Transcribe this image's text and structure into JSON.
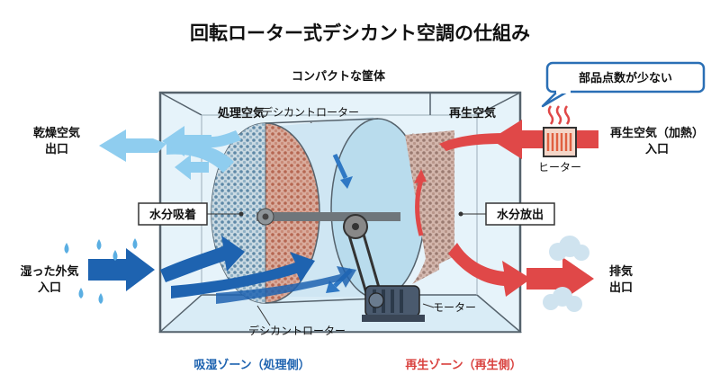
{
  "title": "回転ローター式デシカント空調の仕組み",
  "labels": {
    "compact_housing": "コンパクトな筐体",
    "few_parts": "部品点数が少ない",
    "process_air": "処理空気",
    "desiccant_rotor_top": "デシカントローター",
    "regen_air": "再生空気",
    "dry_air_out_l1": "乾燥空気",
    "dry_air_out_l2": "出口",
    "regen_air_in_l1": "再生空気（加熱）",
    "regen_air_in_l2": "入口",
    "heater": "ヒーター",
    "moisture_adsorb": "水分吸着",
    "moisture_release": "水分放出",
    "humid_air_in_l1": "湿った外気",
    "humid_air_in_l2": "入口",
    "exhaust_l1": "排気",
    "exhaust_l2": "出口",
    "motor": "モーター",
    "desiccant_rotor_bottom": "デシカントローター",
    "zone_adsorb": "吸湿ゾーン（処理側）",
    "zone_regen": "再生ゾーン（再生側）"
  },
  "colors": {
    "adsorb_blue": "#1e63b0",
    "light_blue": "#8fcdef",
    "regen_red": "#e04848",
    "housing_fill": "#e6f3fa",
    "housing_stroke": "#55626c"
  },
  "icons": [
    "droplet-icon",
    "heat-wave-icon",
    "heater-coil-icon",
    "steam-cloud-icon",
    "motor-icon"
  ]
}
